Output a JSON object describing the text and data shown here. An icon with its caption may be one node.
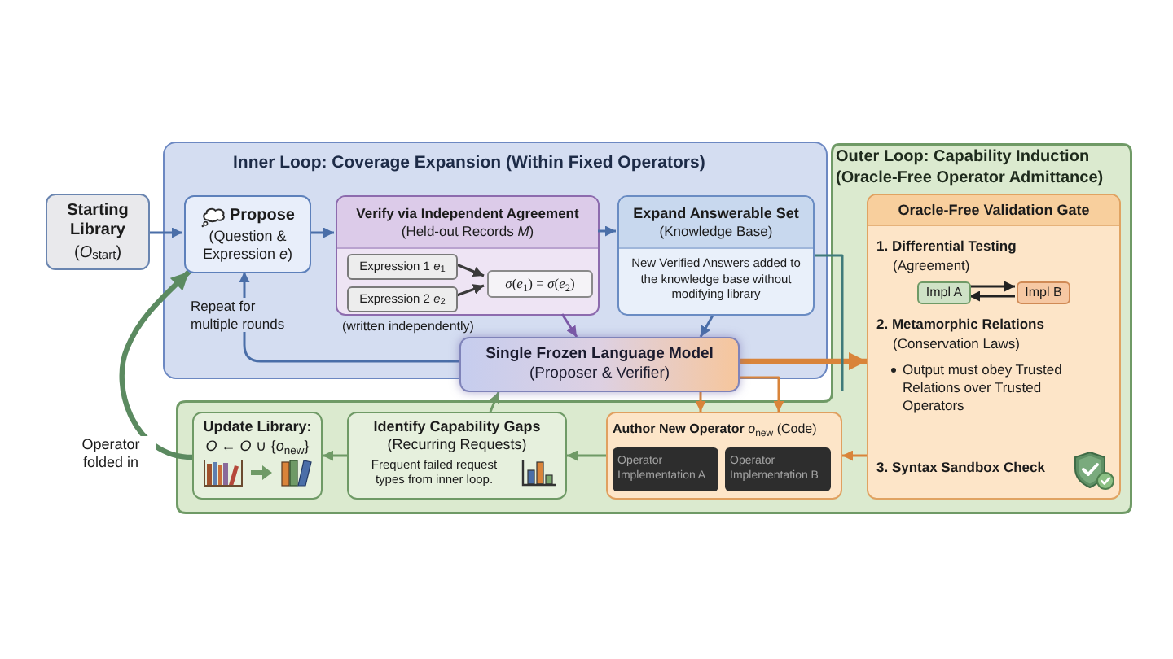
{
  "diagram": {
    "nodes": [
      {
        "text": [
          "Starting Library",
          "(*O*$_{start}$)"
        ]
      },
      {
        "text": [
          "Inner Loop: Coverage Expansion (Within Fixed Operators)"
        ]
      },
      {
        "text": [
          "Propose",
          "(Question & Expression *e*)"
        ],
        "in": 1
      },
      {
        "text": [
          "Verify via Independent Agreement",
          "(Held-out Records *M*)"
        ],
        "in": 1,
        "beside": [
          "(written independently)"
        ]
      },
      {
        "text": [
          "Expression 1 *e*$_{1}$"
        ],
        "in": 3
      },
      {
        "text": [
          "Expression 2 *e*$_{2}$"
        ],
        "in": 3
      },
      {
        "text": [
          "*σ*(*e*$_{1}$) = *σ*(*e*$_{2}$)"
        ],
        "in": 3
      },
      {
        "text": [
          "Expand Answerable Set",
          "(Knowledge Base)",
          "New Verified Answers added to the knowledge base without modifying library"
        ],
        "in": 1
      },
      {
        "text": [
          "Single Frozen Language Model",
          "(Proposer & Verifier)"
        ]
      },
      {
        "text": [
          "Outer Loop: Capability Induction (Oracle-Free Operator Admittance)"
        ]
      },
      {
        "text": [
          "Oracle-Free Validation Gate",
          "1. Differential Testing",
          "(Agreement)",
          "2. Metamorphic Relations",
          "(Conservation Laws)",
          "Output must obey Trusted Relations over Trusted Operators",
          "3. Syntax Sandbox Check"
        ],
        "in": 9
      },
      {
        "text": [
          "Impl A"
        ],
        "in": 10
      },
      {
        "text": [
          "Impl B"
        ],
        "in": 10
      },
      {
        "text": [
          "Update Library:",
          "*O* ← *O* ∪ {*o*$_{new}$}"
        ],
        "in": 9
      },
      {
        "text": [
          "Identify Capability Gaps",
          "(Recurring Requests)",
          "Frequent failed request types from inner loop."
        ],
        "in": 9
      },
      {
        "text": [
          "**Author New Operator** *o*$_{new}$ (Code)"
        ],
        "in": 9
      },
      {
        "text": [
          "Operator Implementation A"
        ],
        "in": 15
      },
      {
        "text": [
          "Operator Implementation B"
        ],
        "in": 15
      }
    ],
    "edges": [
      {
        "from": 0,
        "to": 2,
        "arrow": "to",
        "color": "#4a6ea8"
      },
      {
        "from": 2,
        "to": 3,
        "arrow": "to",
        "color": "#4a6ea8"
      },
      {
        "from": 3,
        "to": 7,
        "arrow": "to",
        "color": "#4a6ea8"
      },
      {
        "from": 4,
        "to": 6,
        "arrow": "to",
        "color": "#3a3a3a"
      },
      {
        "from": 5,
        "to": 6,
        "arrow": "to",
        "color": "#3a3a3a"
      },
      {
        "from": 3,
        "to": 8,
        "arrow": "to",
        "color": "#7b58a6"
      },
      {
        "from": 7,
        "to": 8,
        "arrow": "to",
        "color": "#4a6ea8"
      },
      {
        "from": 8,
        "to": 2,
        "arrow": "to",
        "label": "Repeat for multiple rounds",
        "color": "#4a6ea8"
      },
      {
        "from": 8,
        "to": 10,
        "arrow": "to",
        "style": "thick",
        "color": "#d9843a"
      },
      {
        "from": 8,
        "to": 15,
        "arrow": "to",
        "color": "#d9843a"
      },
      {
        "from": 8,
        "to": 15,
        "arrow": "to",
        "color": "#d9843a"
      },
      {
        "from": 7,
        "to": 9,
        "arrow": "none",
        "color": "#3f7a7a"
      },
      {
        "from": 10,
        "to": 15,
        "arrow": "to",
        "color": "#d9843a"
      },
      {
        "from": 15,
        "to": 14,
        "arrow": "to",
        "color": "#6f9a66"
      },
      {
        "from": 14,
        "to": 13,
        "arrow": "to",
        "color": "#6f9a66"
      },
      {
        "from": 14,
        "to": 8,
        "arrow": "to",
        "color": "#6f9a66"
      },
      {
        "from": 13,
        "to": 2,
        "arrow": "to",
        "label": "Operator folded in",
        "style": "thick",
        "color": "#5b8a60"
      },
      {
        "from": 11,
        "to": 12,
        "arrow": "to",
        "color": "#222222"
      },
      {
        "from": 12,
        "to": 11,
        "arrow": "to",
        "color": "#222222"
      }
    ]
  }
}
